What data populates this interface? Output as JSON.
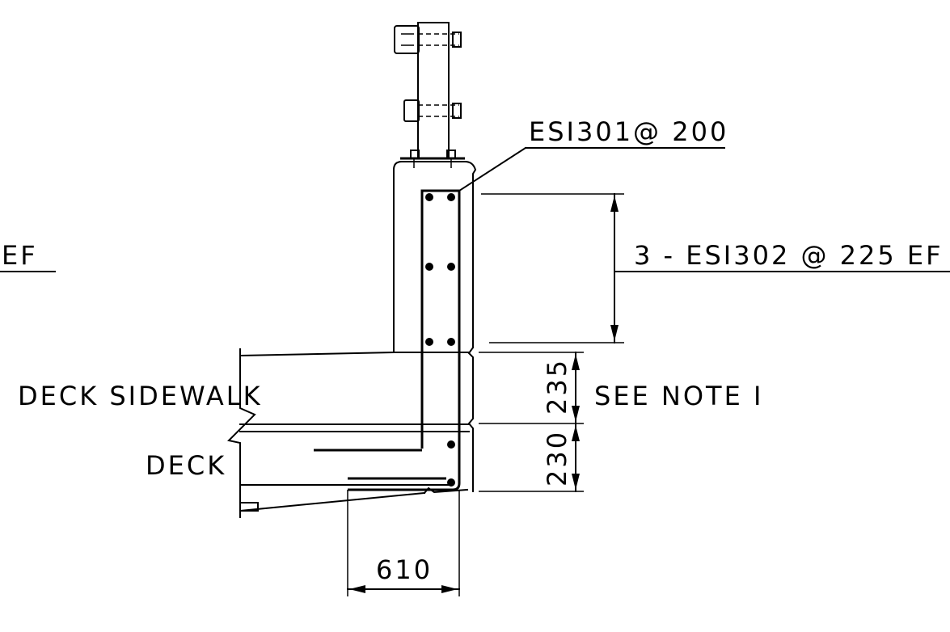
{
  "labels": {
    "ef_left": "EF",
    "es1301": "ESI301@ 200",
    "es1302": "3 - ESI302 @ 225 EF",
    "deck_sidewalk": "DECK SIDEWALK",
    "deck": "DECK",
    "see_note": "SEE NOTE I",
    "dim_235": "235",
    "dim_230": "230",
    "dim_610": "610"
  }
}
